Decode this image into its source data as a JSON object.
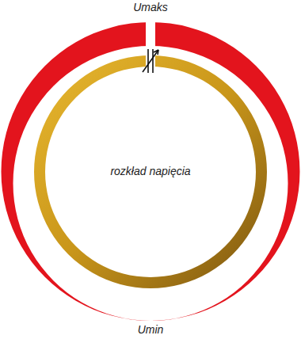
{
  "diagram": {
    "labels": [
      "Umaks",
      "rozkład napięcia",
      "Umin"
    ]
  }
}
